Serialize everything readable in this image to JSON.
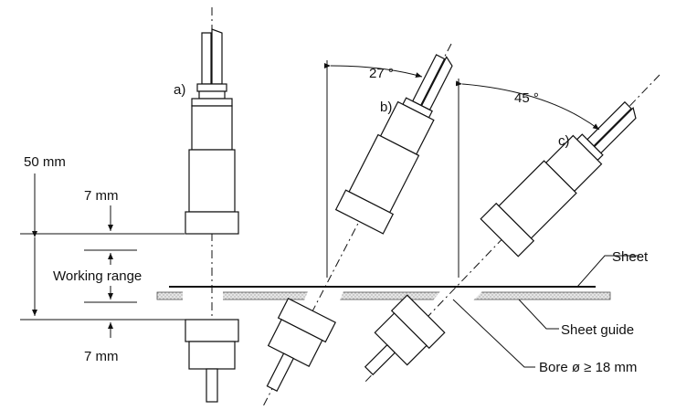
{
  "labels": {
    "a": "a)",
    "b": "b)",
    "c": "c)",
    "angle_b": "27 °",
    "angle_c": "45 °",
    "dist_50": "50 mm",
    "dist_7_top": "7 mm",
    "dist_7_bottom": "7 mm",
    "working_range": "Working range",
    "sheet": "Sheet",
    "sheet_guide": "Sheet guide",
    "bore": "Bore ø ≥ 18 mm"
  }
}
